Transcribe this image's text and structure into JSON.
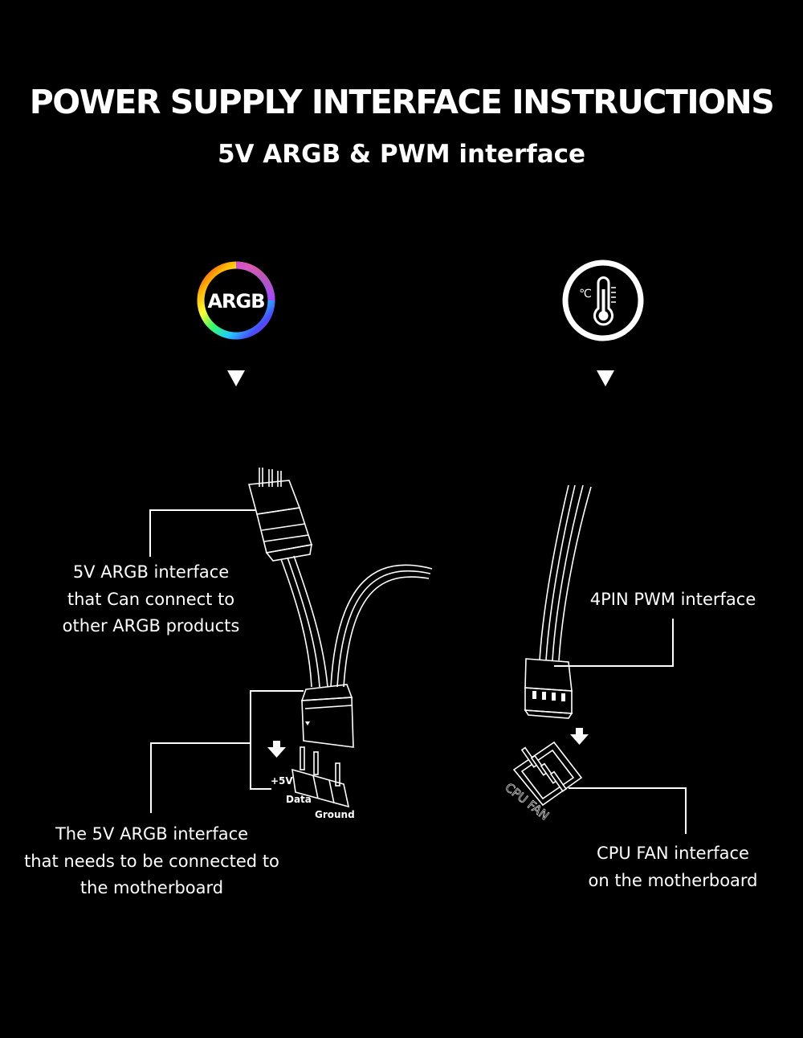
{
  "header": {
    "title": "POWER SUPPLY INTERFACE INSTRUCTIONS",
    "subtitle": "5V ARGB & PWM interface"
  },
  "icons": {
    "argb": {
      "name": "argb-ring-icon",
      "text": "ARGB"
    },
    "temperature": {
      "name": "thermometer-icon",
      "text": "℃"
    }
  },
  "labels": {
    "argb_out": "5V ARGB interface\nthat Can connect to\nother ARGB products",
    "argb_in": "The 5V ARGB interface\nthat needs to be connected to\nthe motherboard",
    "pwm_connector": "4PIN PWM interface",
    "cpu_fan": "CPU FAN interface\non the motherboard"
  },
  "pins": {
    "plus5v": "+5V",
    "data": "Data",
    "ground": "Ground",
    "cpu_fan_header": "CPU FAN"
  },
  "colors": {
    "background": "#000000",
    "foreground": "#ffffff",
    "rainbow": [
      "#ff2a2a",
      "#ffb000",
      "#ffff33",
      "#33ff66",
      "#22c8ff",
      "#4a4aff",
      "#c030ff",
      "#ff2a88"
    ]
  }
}
